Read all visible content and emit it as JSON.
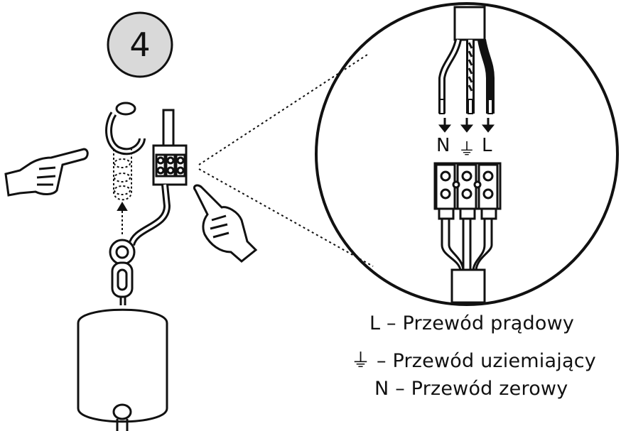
{
  "step": {
    "number": "4"
  },
  "wire_labels": {
    "neutral": "N",
    "earth": "⏚",
    "live": "L"
  },
  "legend": {
    "live": {
      "symbol": "L",
      "text": "– Przewód prądowy"
    },
    "earth": {
      "symbol": "⏚",
      "text": "– Przewód uziemiający"
    },
    "neutral": {
      "symbol": "N",
      "text": "– Przewód zerowy"
    }
  },
  "colors": {
    "line": "#111111",
    "step_fill": "#d9d9d9",
    "background": "#ffffff"
  }
}
